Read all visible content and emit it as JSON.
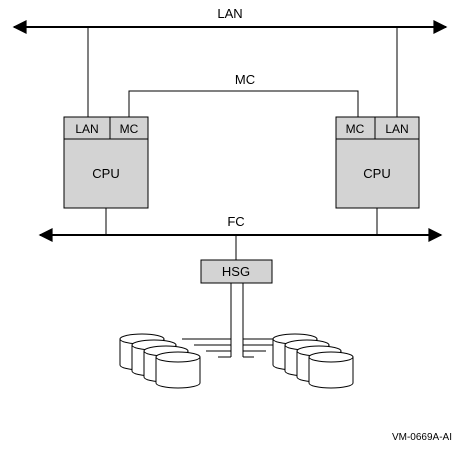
{
  "buses": {
    "lan": "LAN",
    "mc": "MC",
    "fc": "FC"
  },
  "left_node": {
    "port_lan": "LAN",
    "port_mc": "MC",
    "cpu": "CPU"
  },
  "right_node": {
    "port_mc": "MC",
    "port_lan": "LAN",
    "cpu": "CPU"
  },
  "controller": "HSG",
  "figure_id": "VM-0669A-AI",
  "colors": {
    "box_fill": "#d3d3d3",
    "stroke": "#000000",
    "background": "#ffffff"
  }
}
